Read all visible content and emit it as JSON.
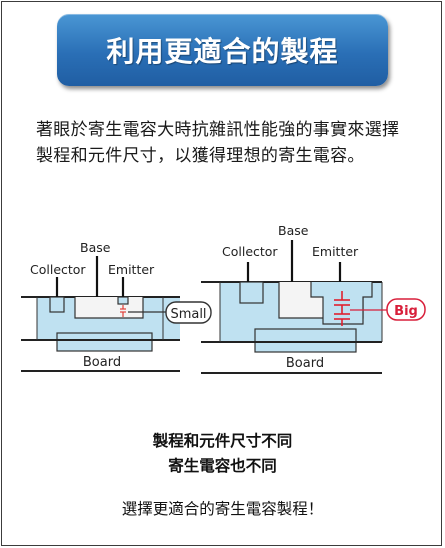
{
  "banner": {
    "title": "利用更適合的製程"
  },
  "description": "著眼於寄生電容大時抗雜訊性能強的事實來選擇製程和元件尺寸，以獲得理想的寄生電容。",
  "diagram_small": {
    "base": "Base",
    "collector": "Collector",
    "emitter": "Emitter",
    "board": "Board",
    "callout": "Small"
  },
  "diagram_big": {
    "base": "Base",
    "collector": "Collector",
    "emitter": "Emitter",
    "board": "Board",
    "callout": "Big"
  },
  "conclusion": {
    "line1": "製程和元件尺寸不同",
    "line2": "寄生電容也不同",
    "note": "選擇更適合的寄生電容製程！"
  },
  "colors": {
    "banner": "#2a6fb6",
    "substrate_fill": "#bfe1f1",
    "small_callout": "#222222",
    "big_callout": "#d81f3a"
  }
}
